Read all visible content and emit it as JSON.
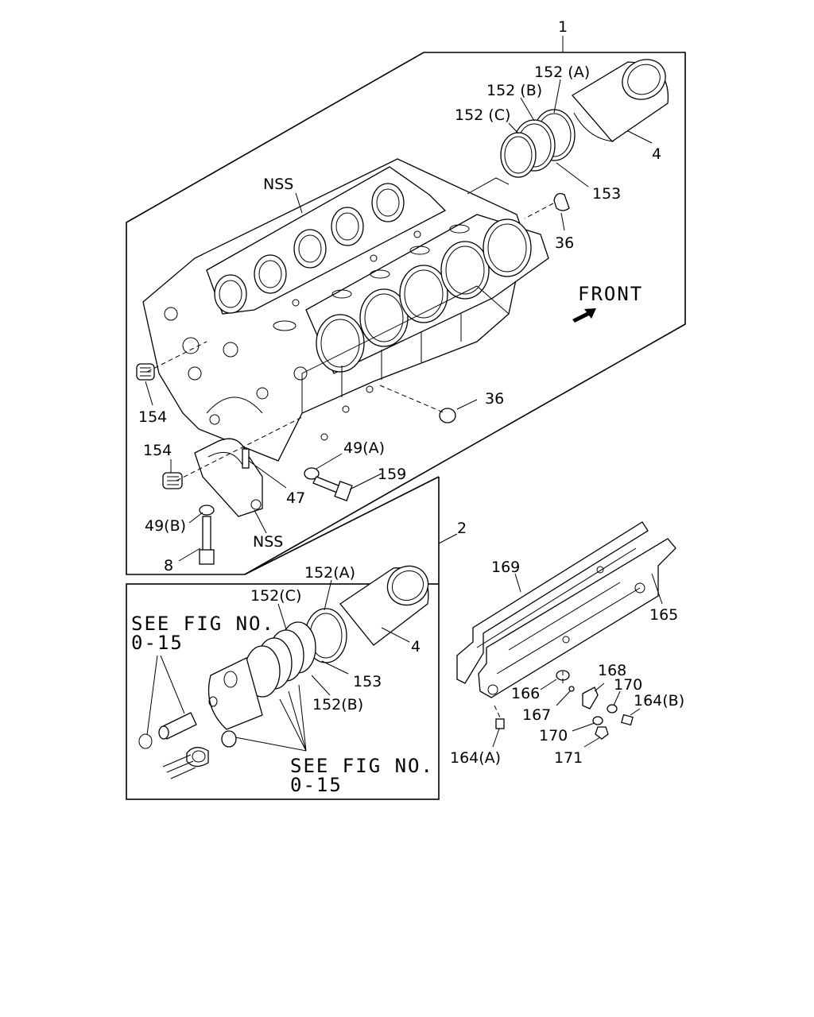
{
  "direction_label": "FRONT",
  "callouts": {
    "assembly_1": "1",
    "assembly_2": "2",
    "block_nss": "NSS",
    "cap_nss": "NSS",
    "ring_a_1": "152 (A)",
    "ring_b_1": "152 (B)",
    "ring_c_1": "152 (C)",
    "liner_1": "4",
    "oring_1": "153",
    "plug_top": "36",
    "plug_side": "36",
    "plug_154_upper": "154",
    "plug_154_lower": "154",
    "washer_49a": "49(A)",
    "bolt_159": "159",
    "pin_47": "47",
    "washer_49b": "49(B)",
    "bolt_8": "8",
    "ring_a_2": "152(A)",
    "ring_c_2": "152(C)",
    "liner_2": "4",
    "oring_2": "153",
    "ring_b_2": "152(B)",
    "gasket_169": "169",
    "plate_165": "165",
    "part_166": "166",
    "part_167": "167",
    "bracket_168": "168",
    "washer_170_upper": "170",
    "washer_170_lower": "170",
    "bolt_164b": "164(B)",
    "bolt_164a": "164(A)",
    "nut_171": "171"
  },
  "references": {
    "upper_line1": "SEE FIG NO.",
    "upper_line2": "0-15",
    "lower_line1": "SEE FIG NO.",
    "lower_line2": "0-15"
  }
}
